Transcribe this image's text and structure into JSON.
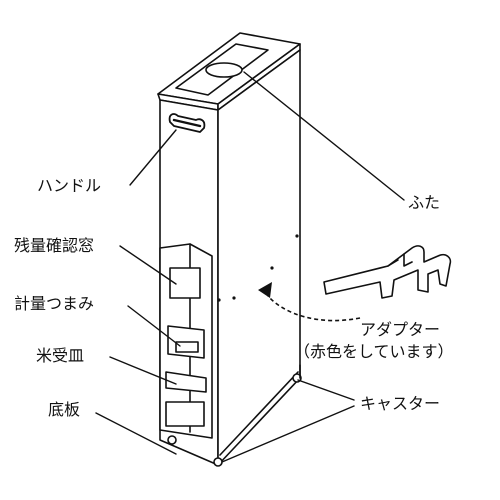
{
  "labels": {
    "handle": "ハンドル",
    "lid": "ふた",
    "level_window": "残量確認窓",
    "measure_knob": "計量つまみ",
    "rice_tray": "米受皿",
    "base_plate": "底板",
    "adapter": "アダプター",
    "adapter_note": "（赤色をしています）",
    "casters": "キャスター"
  },
  "colors": {
    "line": "#111111",
    "background": "#ffffff"
  }
}
